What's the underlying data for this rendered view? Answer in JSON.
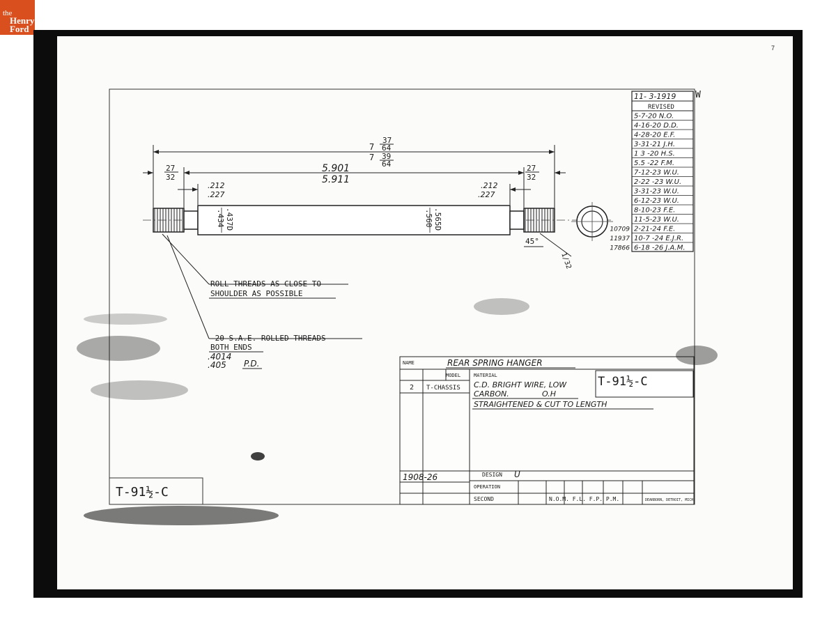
{
  "brand": {
    "the": "the",
    "henry": "Henry",
    "ford": "Ford"
  },
  "sheet_mark": "7",
  "dimensions": {
    "overall_top": "37",
    "overall_whole1": "7",
    "overall_bottom": "64",
    "overall_whole2": "7",
    "overall2_top": "39",
    "overall2_bottom": "64",
    "center_max": "5.901",
    "center_min": "5.911",
    "left_frac_top": "27",
    "left_frac_bottom": "32",
    "right_frac_top": "27",
    "right_frac_bottom": "32",
    "left_shoulder_max": ".212",
    "left_shoulder_min": ".227",
    "right_shoulder_max": ".212",
    "right_shoulder_min": ".227",
    "neck_dia_a": ".434",
    "neck_dia_b": ".437D",
    "body_dia_a": ".560",
    "body_dia_b": ".565D",
    "chamfer": "45°",
    "chamfer_frac": "1/32"
  },
  "notes": {
    "roll_line1": "ROLL THREADS AS CLOSE TO",
    "roll_line2": "SHOULDER AS POSSIBLE",
    "thread_line1": "-20 S.A.E. ROLLED THREADS",
    "thread_line2": "BOTH ENDS",
    "thread_pd1": ".4014",
    "thread_pd2": ".405",
    "thread_pd_label": "P.D."
  },
  "revisions": {
    "date": "11- 3-1919",
    "w": "W",
    "header": "REVISED",
    "rows": [
      {
        "prefix": "",
        "text": "5-7-20 N.O."
      },
      {
        "prefix": "",
        "text": "4-16-20 D.D."
      },
      {
        "prefix": "",
        "text": "4-28-20 E.F."
      },
      {
        "prefix": "",
        "text": "3-31-21 J.H."
      },
      {
        "prefix": "",
        "text": "1 3 -20 H.S."
      },
      {
        "prefix": "",
        "text": "5.5 -22 F.M."
      },
      {
        "prefix": "",
        "text": "7-12-23 W.U."
      },
      {
        "prefix": "",
        "text": "2-22 -23 W.U."
      },
      {
        "prefix": "",
        "text": "3-31-23 W.U."
      },
      {
        "prefix": "",
        "text": "6-12-23 W.U."
      },
      {
        "prefix": "",
        "text": "8-10-23 F.E."
      },
      {
        "prefix": "",
        "text": "11-5-23 W.U."
      },
      {
        "prefix": "10709",
        "text": "2-21-24 F.E."
      },
      {
        "prefix": "11937",
        "text": "10-7 -24 E.J.R."
      },
      {
        "prefix": "17866",
        "text": "6-18 -26 J.A.M."
      }
    ]
  },
  "title_block": {
    "name_label": "NAME",
    "name_value": "REAR SPRING HANGER",
    "model_label": "MODEL",
    "model_value": "T-CHASSIS",
    "total_value": "2",
    "material_label": "MATERIAL",
    "material_line1": "C.D. BRIGHT WIRE, LOW",
    "material_line2": "CARBON.",
    "material_line2b": "O.H",
    "material_line3": "STRAIGHTENED & CUT TO LENGTH",
    "part_number": "T-91½-C",
    "ref": "1908-26",
    "design_label": "DESIGN",
    "design_value": "U",
    "operation_label": "OPERATION",
    "second_label": "SECOND",
    "footer_codes": "N.O.M.   F.L.   F.P.   P.M.",
    "company": "DEARBORN, DETROIT, MICH."
  },
  "corner_stamp": "T-91½-C"
}
